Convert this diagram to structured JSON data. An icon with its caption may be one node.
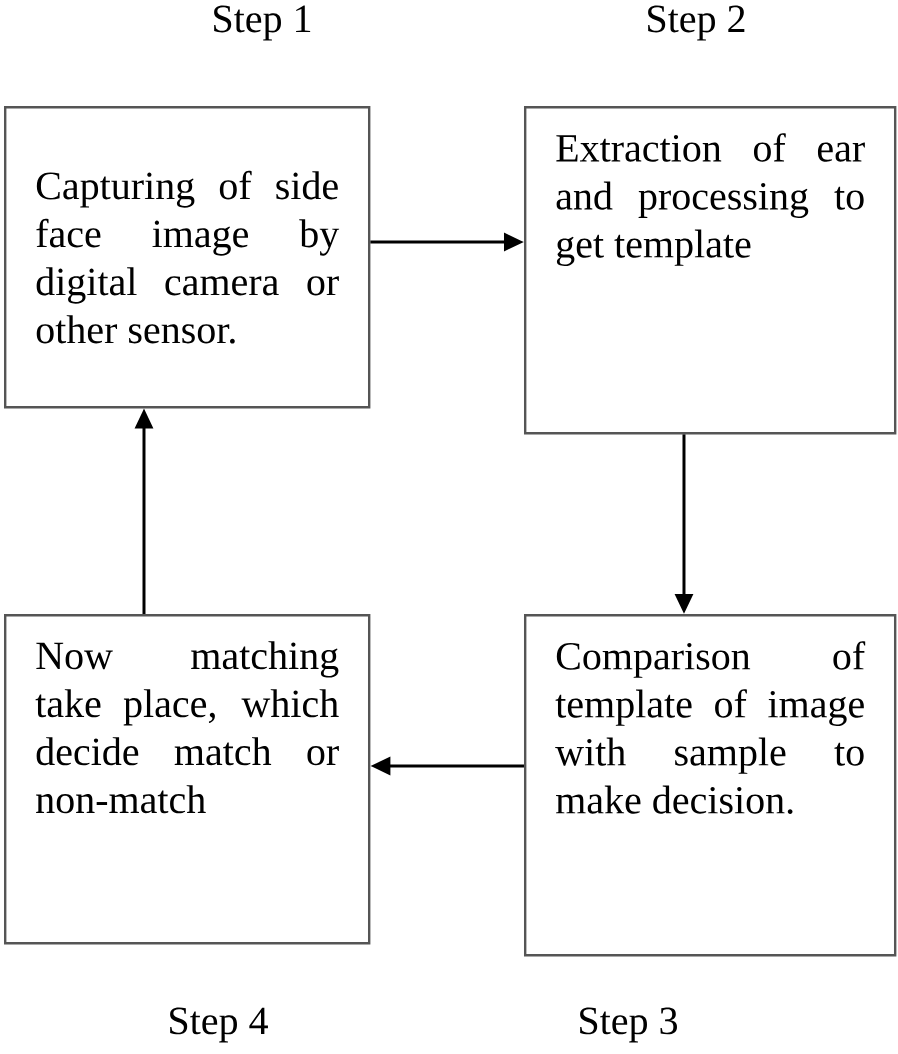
{
  "diagram": {
    "nodes": [
      {
        "text": [
          "Capturing of side face image by digital camera or other sensor."
        ],
        "beside": [
          "Step 1"
        ]
      },
      {
        "text": [
          "Extraction of ear and processing to get template"
        ],
        "beside": [
          "Step 2"
        ]
      },
      {
        "text": [
          "Now matching take place, which decide match or non-match"
        ],
        "beside": [
          "Step 4"
        ]
      },
      {
        "text": [
          "Comparison of template of image with sample to make decision."
        ],
        "beside": [
          "Step 3"
        ]
      }
    ],
    "edges": [
      {
        "from": 0,
        "to": 1,
        "arrow": "to"
      },
      {
        "from": 1,
        "to": 3,
        "arrow": "to"
      },
      {
        "from": 3,
        "to": 2,
        "arrow": "to"
      },
      {
        "from": 2,
        "to": 0,
        "arrow": "to"
      }
    ]
  }
}
